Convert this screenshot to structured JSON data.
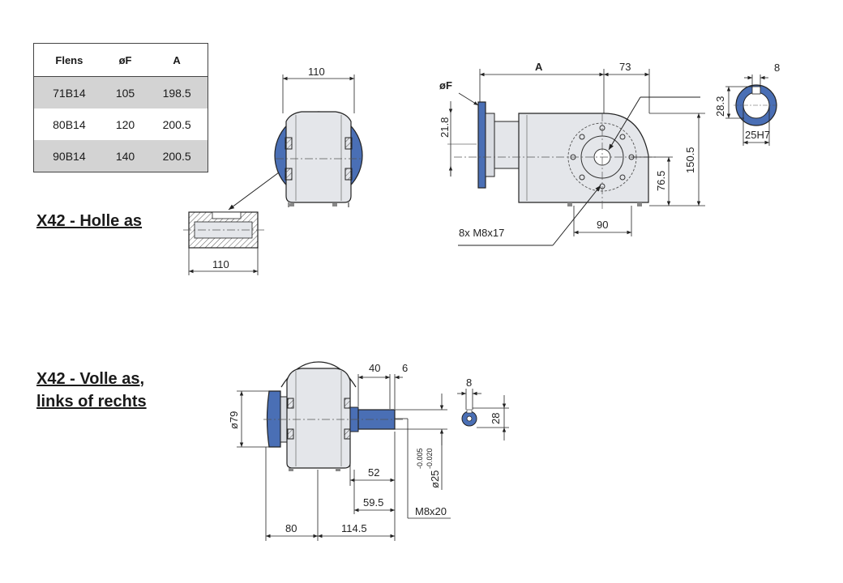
{
  "table": {
    "headers": [
      "Flens",
      "øF",
      "A"
    ],
    "rows": [
      [
        "71B14",
        "105",
        "198.5"
      ],
      [
        "80B14",
        "120",
        "200.5"
      ],
      [
        "90B14",
        "140",
        "200.5"
      ]
    ]
  },
  "headings": {
    "hollow": "X42 - Holle as",
    "solid_line1": "X42 - Volle as,",
    "solid_line2": "links of rechts"
  },
  "dims": {
    "front_width": "110",
    "shaft_length": "110",
    "phi_f": "øF",
    "a_label": "A",
    "d73": "73",
    "d21_8": "21.8",
    "d150_5": "150.5",
    "d76_5": "76.5",
    "d90": "90",
    "bolts": "8x M8x17",
    "key_width": "8",
    "key_height": "28.3",
    "bore": "25H7",
    "d40": "40",
    "d6": "6",
    "d79": "ø79",
    "d52": "52",
    "d59_5": "59.5",
    "d80": "80",
    "d114_5": "114.5",
    "shaft_dia": "ø25",
    "tol_upper": "-0.005",
    "tol_lower": "-0.020",
    "thread": "M8x20",
    "d8b": "8",
    "d28": "28"
  },
  "colors": {
    "blue": "#4a6fb5",
    "body_gray": "#e4e6ea",
    "line": "#222222"
  }
}
